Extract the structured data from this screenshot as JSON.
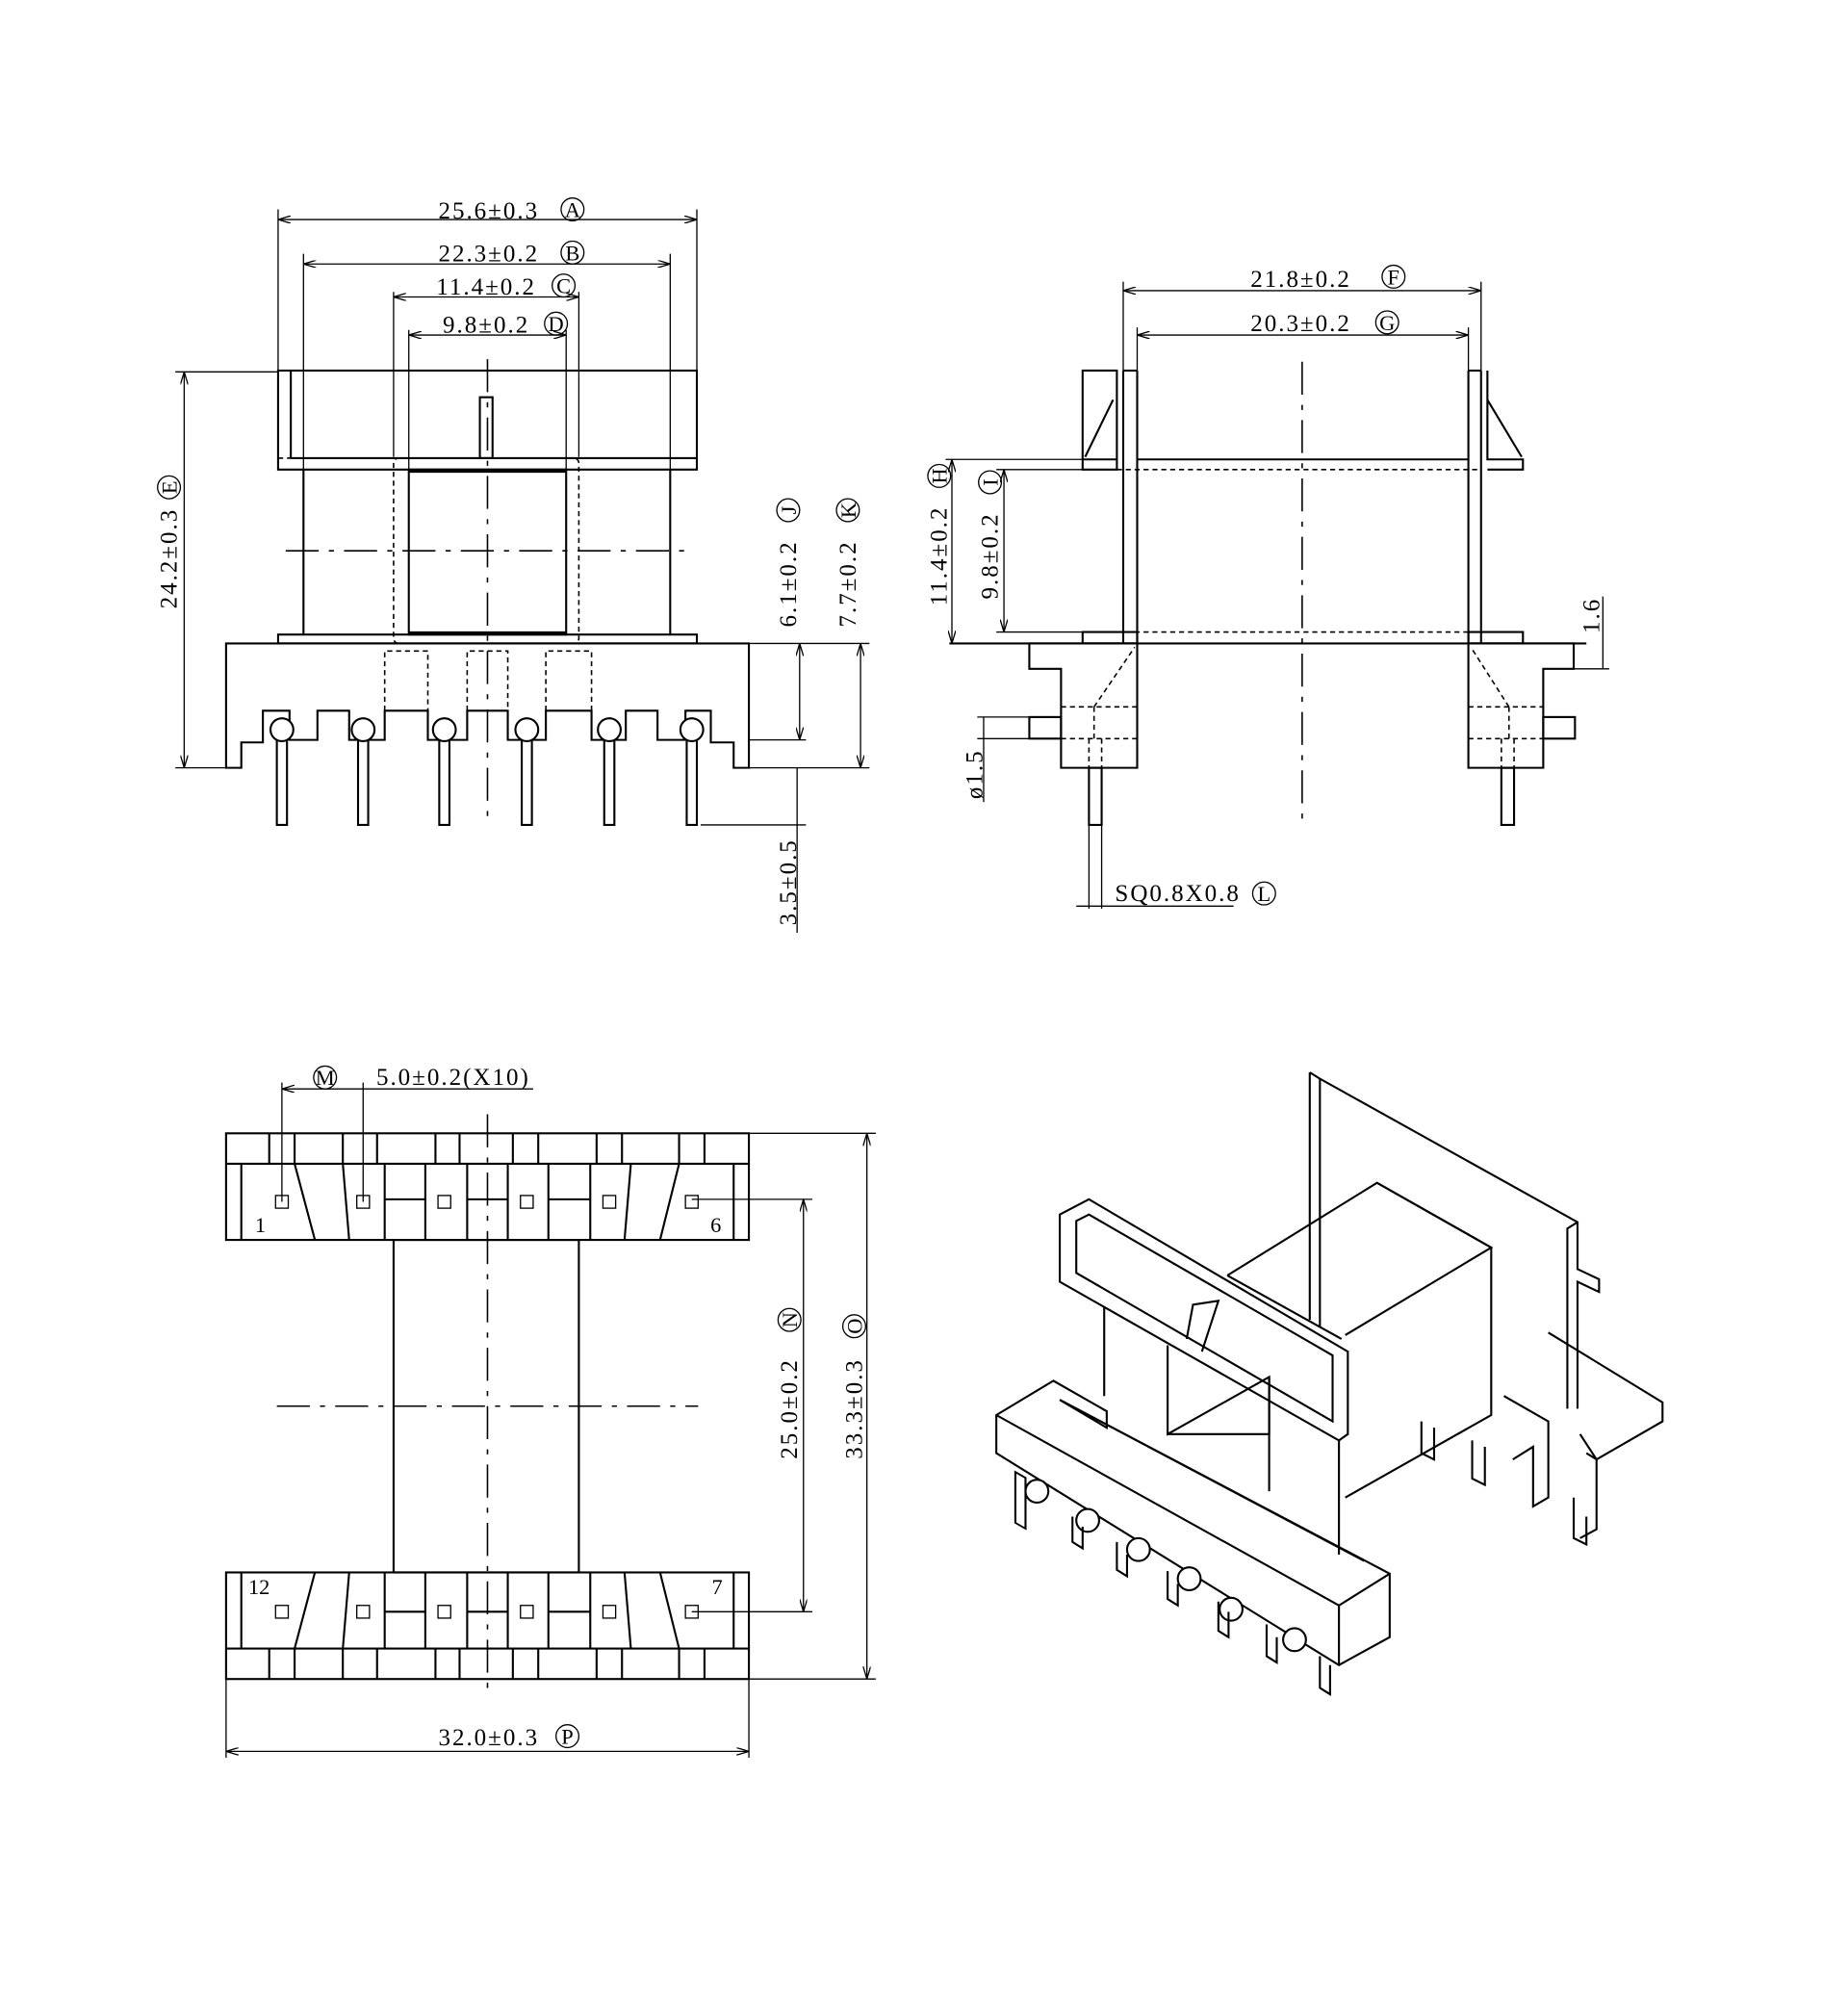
{
  "drawing": {
    "front_view": {
      "dim_a": "25.6±0.3",
      "tag_a": "A",
      "dim_b": "22.3±0.2",
      "tag_b": "B",
      "dim_c": "11.4±0.2",
      "tag_c": "C",
      "dim_d": "9.8±0.2",
      "tag_d": "D",
      "dim_e": "24.2±0.3",
      "tag_e": "E",
      "dim_j": "6.1±0.2",
      "tag_j": "J",
      "dim_k": "7.7±0.2",
      "tag_k": "K",
      "dim_pin_len": "3.5±0.5"
    },
    "side_view": {
      "dim_f": "21.8±0.2",
      "tag_f": "F",
      "dim_g": "20.3±0.2",
      "tag_g": "G",
      "dim_h": "11.4±0.2",
      "tag_h": "H",
      "dim_i": "9.8±0.2",
      "tag_i": "I",
      "dim_flange": "1.6",
      "dim_pin_dia": "ø1.5",
      "dim_pin_sq": "SQ0.8X0.8",
      "tag_l": "L"
    },
    "bottom_view": {
      "dim_m": "5.0±0.2(X10)",
      "tag_m": "M",
      "dim_n": "25.0±0.2",
      "tag_n": "N",
      "dim_o": "33.3±0.3",
      "tag_o": "O",
      "dim_p": "32.0±0.3",
      "tag_p": "P",
      "pin_1": "1",
      "pin_6": "6",
      "pin_12": "12",
      "pin_7": "7"
    }
  }
}
